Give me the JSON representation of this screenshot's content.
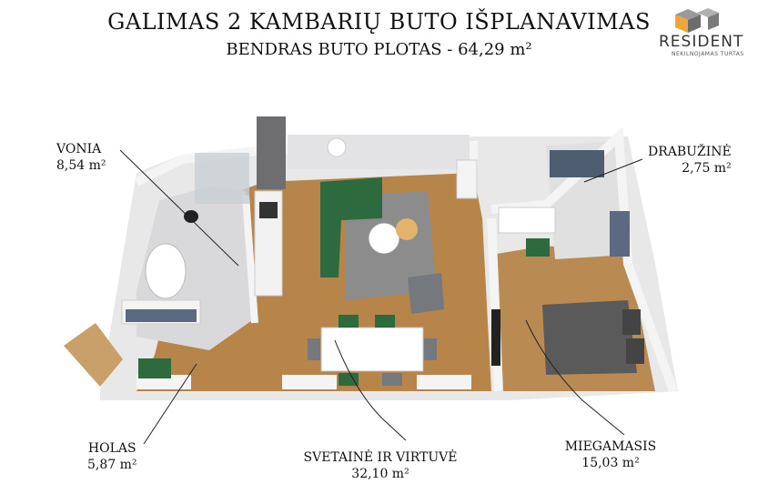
{
  "header": {
    "title": "GALIMAS 2 KAMBARIŲ BUTO IŠPLANAVIMAS",
    "subtitle": "BENDRAS BUTO PLOTAS - 64,29 m²"
  },
  "logo": {
    "word": "RESIDENT",
    "tagline": "NEKILNOJAMAS TURTAS",
    "colors": [
      "#f2a33a",
      "#9a9a9a",
      "#6c6c6c"
    ]
  },
  "rooms": [
    {
      "name": "VONIA",
      "area": "8,54 m²"
    },
    {
      "name": "DRABUŽINĖ",
      "area": "2,75 m²"
    },
    {
      "name": "HOLAS",
      "area": "5,87 m²"
    },
    {
      "name": "SVETAINĖ IR VIRTUVĖ",
      "area": "32,10 m²"
    },
    {
      "name": "MIEGAMASIS",
      "area": "15,03 m²"
    }
  ],
  "colors": {
    "floor": "#b7854a",
    "wall": "#f4f4f4",
    "sofa": "#2d6a3e",
    "tile": "#d9d9dc",
    "rug": "#8c8c8c",
    "bed": "#5a5a5a"
  }
}
